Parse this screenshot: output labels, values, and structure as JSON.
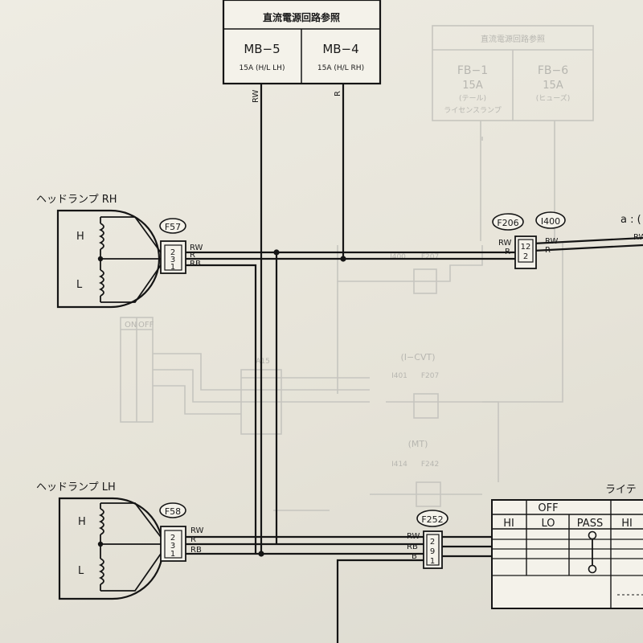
{
  "source_box": {
    "title": "直流電源回路参照",
    "cols": [
      {
        "name": "MB−5",
        "rating": "15A (H/L LH)"
      },
      {
        "name": "MB−4",
        "rating": "15A (H/L RH)"
      }
    ],
    "wire_left": "RW",
    "wire_right": "R"
  },
  "faint_box": {
    "title": "直流電源回路参照",
    "cols": [
      {
        "name": "FB−1",
        "rating": "15A",
        "note": "(テール)",
        "note2": "ライセンスランプ"
      },
      {
        "name": "FB−6",
        "rating": "15A",
        "note": "(ヒューズ)"
      }
    ]
  },
  "rh_lamp": {
    "label": "ヘッドランプ RH",
    "h": "H",
    "l": "L",
    "connector": "F57",
    "pins": [
      "2",
      "3",
      "1"
    ],
    "wires": [
      "RW",
      "R",
      "RB"
    ]
  },
  "lh_lamp": {
    "label": "ヘッドランプ LH",
    "h": "H",
    "l": "L",
    "connector": "F58",
    "pins": [
      "2",
      "3",
      "1"
    ],
    "wires": [
      "RW",
      "R",
      "RB"
    ]
  },
  "f206": {
    "connector": "F206",
    "connector2": "I400",
    "pins": [
      "12",
      "2"
    ],
    "wires_left": [
      "RW",
      "R"
    ],
    "wires_right": [
      "RW",
      "R"
    ]
  },
  "f252": {
    "connector": "F252",
    "pins": [
      "2",
      "9",
      "1"
    ],
    "wires": [
      "RW",
      "RB",
      "B"
    ]
  },
  "edge_note": "a : (",
  "edge_wire": "RW",
  "switch": {
    "title": "ライテ",
    "off": "OFF",
    "columns": [
      "HI",
      "LO",
      "PASS",
      "HI"
    ]
  },
  "faint_labels": {
    "cvt": "(I−CVT)",
    "mt": "(MT)",
    "on": "ON",
    "offs": "OFF",
    "f207": "F207",
    "i401": "I401",
    "f242": "F242",
    "i414": "I414",
    "a15": "A15",
    "i400b": "I400",
    "f207b": "F207"
  }
}
